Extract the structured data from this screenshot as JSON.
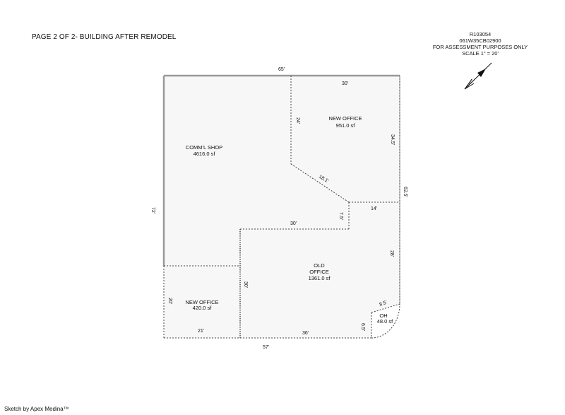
{
  "header": {
    "title": "PAGE 2 OF 2- BUILDING AFTER REMODEL"
  },
  "meta": {
    "id": "R103054",
    "parcel": "061W35CB02900",
    "purpose": "FOR ASSESSMENT PURPOSES ONLY",
    "scale": "SCALE 1\" = 20'"
  },
  "areas": {
    "comm_shop": {
      "name": "COMM'L SHOP",
      "sf": "4616.0 sf"
    },
    "new_office_top": {
      "name": "NEW OFFICE",
      "sf": "951.0 sf"
    },
    "old_office": {
      "name_line1": "OLD",
      "name_line2": "OFFICE",
      "sf": "1361.0 sf"
    },
    "new_office_bottom": {
      "name": "NEW OFFICE",
      "sf": "420.0 sf"
    },
    "oh": {
      "name": "OH",
      "sf": "48.0 sf"
    }
  },
  "dimensions": {
    "top": "65'",
    "top_office_width": "30'",
    "left": "72'",
    "office_left": "24'",
    "diagonal": "18.1'",
    "office_right": "34.5'",
    "right_total": "62.5'",
    "step_width": "14'",
    "step_height": "7.5'",
    "mid_width": "30'",
    "right_lower": "28'",
    "old_office_left": "30'",
    "bottom_office_left": "20'",
    "bottom_office_width": "21'",
    "bottom_mid": "36'",
    "oh_side": "6.5'",
    "oh_diag": "8.5'",
    "bottom_total": "57'"
  },
  "footer": {
    "text": "Sketch by Apex Medina™"
  },
  "icons": {
    "compass": "north-arrow-icon"
  }
}
